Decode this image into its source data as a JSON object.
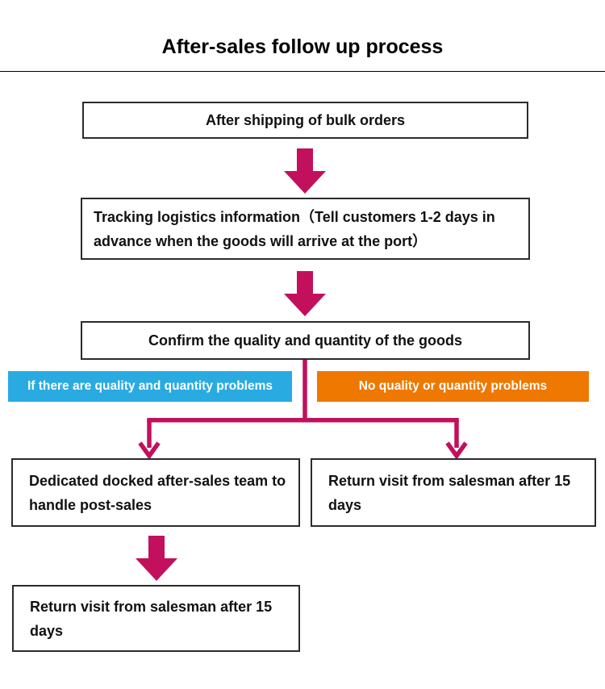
{
  "title": "After-sales follow up process",
  "colors": {
    "arrow": "#c2105c",
    "branch_yes": "#29abe2",
    "branch_no": "#ee7800",
    "box_border": "#2b2b2b"
  },
  "flow": {
    "step1": "After shipping of bulk orders",
    "step2": "Tracking logistics information（Tell customers 1-2 days in advance when the goods will arrive at the port）",
    "step3": "Confirm the quality and quantity of the goods",
    "branch_yes_label": "If there are quality and quantity problems",
    "branch_no_label": "No quality or quantity problems",
    "branch_yes_box": "Dedicated docked after-sales team to handle post-sales",
    "branch_no_box": "Return visit from salesman after 15 days",
    "final_box": "Return visit from salesman after 15 days"
  }
}
